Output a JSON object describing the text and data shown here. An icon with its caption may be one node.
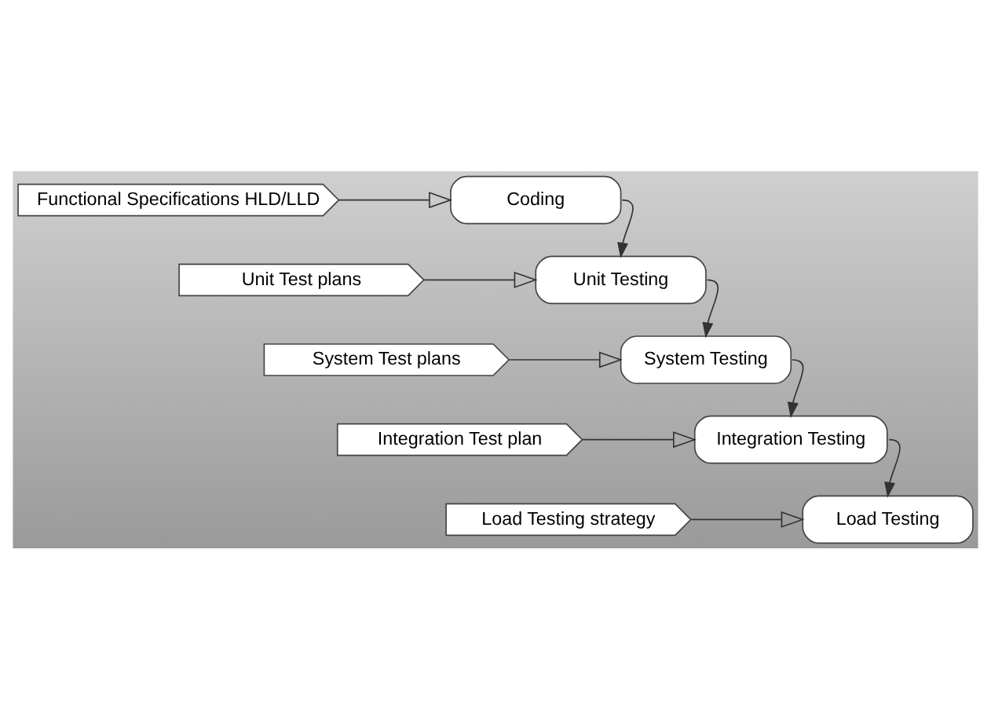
{
  "diagram": {
    "nodes": [
      {
        "text": [
          "Functional Specifications HLD/LLD"
        ]
      },
      {
        "text": [
          "Coding"
        ]
      },
      {
        "text": [
          "Unit Test plans"
        ]
      },
      {
        "text": [
          "Unit Testing"
        ]
      },
      {
        "text": [
          "System Test plans"
        ]
      },
      {
        "text": [
          "System Testing"
        ]
      },
      {
        "text": [
          "Integration Test plan"
        ]
      },
      {
        "text": [
          "Integration Testing"
        ]
      },
      {
        "text": [
          "Load Testing strategy"
        ]
      },
      {
        "text": [
          "Load Testing"
        ]
      }
    ],
    "edges": [
      {
        "from": 0,
        "to": 1,
        "arrow": "to"
      },
      {
        "from": 1,
        "to": 3,
        "arrow": "to"
      },
      {
        "from": 2,
        "to": 3,
        "arrow": "to"
      },
      {
        "from": 3,
        "to": 5,
        "arrow": "to"
      },
      {
        "from": 4,
        "to": 5,
        "arrow": "to"
      },
      {
        "from": 5,
        "to": 7,
        "arrow": "to"
      },
      {
        "from": 6,
        "to": 7,
        "arrow": "to"
      },
      {
        "from": 7,
        "to": 9,
        "arrow": "to"
      },
      {
        "from": 8,
        "to": 9,
        "arrow": "to"
      }
    ]
  }
}
